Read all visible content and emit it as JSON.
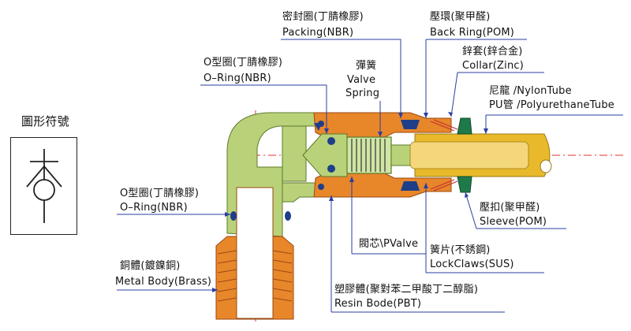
{
  "legend": {
    "title": "圖形符號"
  },
  "labels": {
    "packing_cn": "密封圈(丁腈橡膠)",
    "packing_en": "Packing(NBR)",
    "backring_cn": "壓環(聚甲醛)",
    "backring_en": "Back Ring(POM)",
    "collar_cn": "鋅套(鋅合金)",
    "collar_en": "Collar(Zinc)",
    "tube_cn": "尼龍 /NylonTube",
    "tube_en": "PU管 /PolyurethaneTube",
    "oring_top_cn": "O型圈(丁腈橡膠)",
    "oring_top_en": "O–Ring(NBR)",
    "spring_cn": "彈簧",
    "spring_en1": "Valve",
    "spring_en2": "Spring",
    "oring_left_cn": "O型圈(丁腈橡膠)",
    "oring_left_en": "O–Ring(NBR)",
    "sleeve_cn": "壓扣(聚甲醛)",
    "sleeve_en": "Sleeve(POM)",
    "valve": "閥芯\\PValve",
    "claws_cn": "簧片(不銹鋼)",
    "claws_en": "LockClaws(SUS)",
    "body_cn": "銅體(鍍鎳銅)",
    "body_en": "Metal Body(Brass)",
    "resin_cn": "塑膠體(聚對苯二甲酸丁二醇脂)",
    "resin_en": "Resin Bode(PBT)"
  },
  "colors": {
    "resin_green": "#b9d27a",
    "brass_orange": "#e8862a",
    "tube_yellow": "#e8b92a",
    "claw_green": "#1f7a4a",
    "oring_blue": "#1f3e8a",
    "leader_blue": "#2a3fa0",
    "axis_red": "#e03030"
  }
}
